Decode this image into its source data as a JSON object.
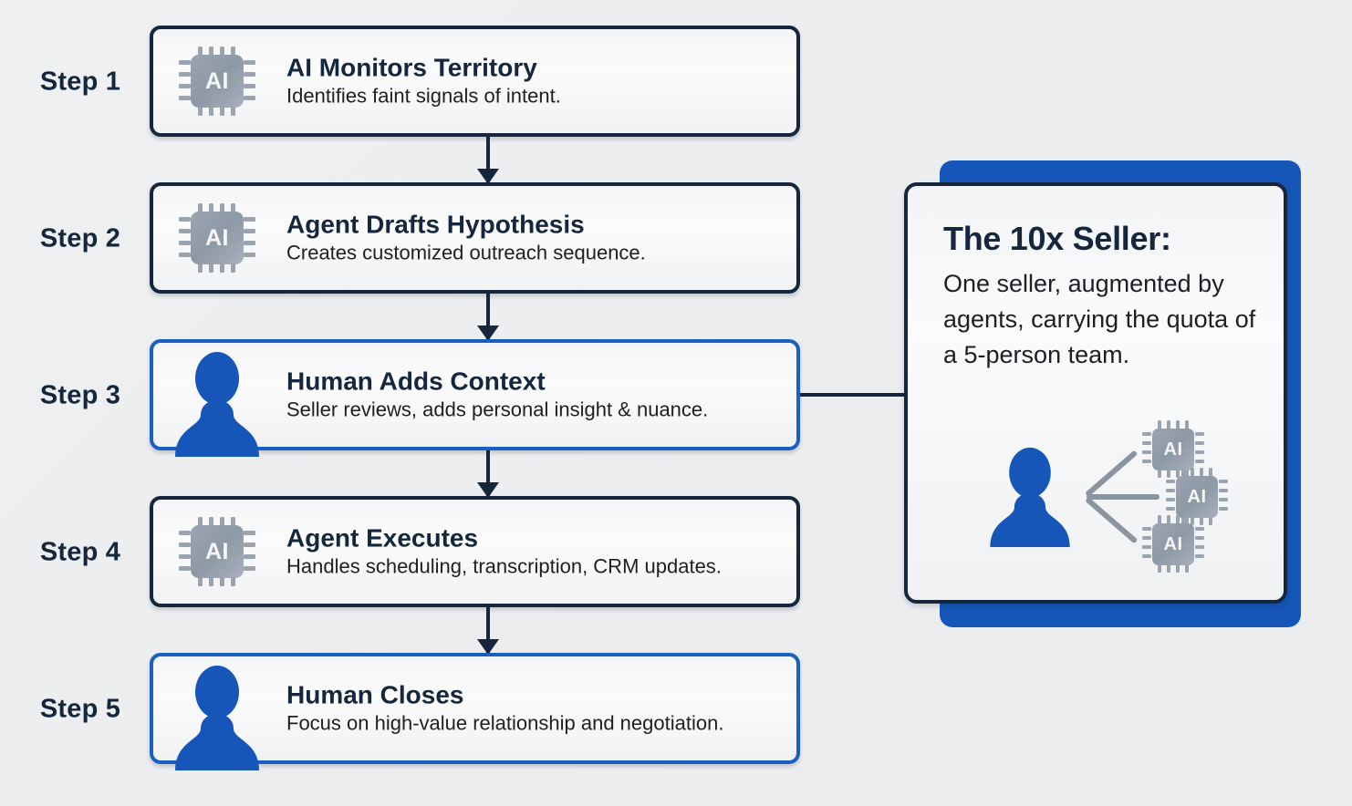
{
  "theme": {
    "background": "#edeff1",
    "navy": "#15263d",
    "blue": "#1656b8",
    "chip_gray": "#9aa4b1",
    "spoke_gray": "#8b95a1"
  },
  "steps": [
    {
      "label": "Step 1",
      "icon": "ai-chip-icon",
      "icon_type": "chip",
      "accent": "navy",
      "title": "AI Monitors Territory",
      "subtitle": "Identifies faint signals of intent."
    },
    {
      "label": "Step 2",
      "icon": "ai-chip-icon",
      "icon_type": "chip",
      "accent": "navy",
      "title": "Agent Drafts Hypothesis",
      "subtitle": "Creates customized outreach sequence."
    },
    {
      "label": "Step 3",
      "icon": "person-icon",
      "icon_type": "person",
      "accent": "blue",
      "title": "Human Adds Context",
      "subtitle": "Seller reviews, adds personal insight & nuance."
    },
    {
      "label": "Step 4",
      "icon": "ai-chip-icon",
      "icon_type": "chip",
      "accent": "navy",
      "title": "Agent Executes",
      "subtitle": "Handles scheduling, transcription, CRM updates."
    },
    {
      "label": "Step 5",
      "icon": "person-icon",
      "icon_type": "person",
      "accent": "blue",
      "title": "Human Closes",
      "subtitle": "Focus on high-value relationship and negotiation."
    }
  ],
  "panel": {
    "title": "The 10x Seller:",
    "body": "One seller, augmented by agents, carrying the quota of a 5-person team.",
    "hub": {
      "center_icon": "person-icon",
      "spoke_icons": [
        "ai-chip-icon",
        "ai-chip-icon",
        "ai-chip-icon"
      ],
      "chip_label": "AI",
      "spoke_count": 3
    }
  },
  "chip": {
    "label": "AI"
  },
  "connectors": {
    "flow_arrow_count": 4,
    "side_branch": "step-3-to-panel"
  }
}
